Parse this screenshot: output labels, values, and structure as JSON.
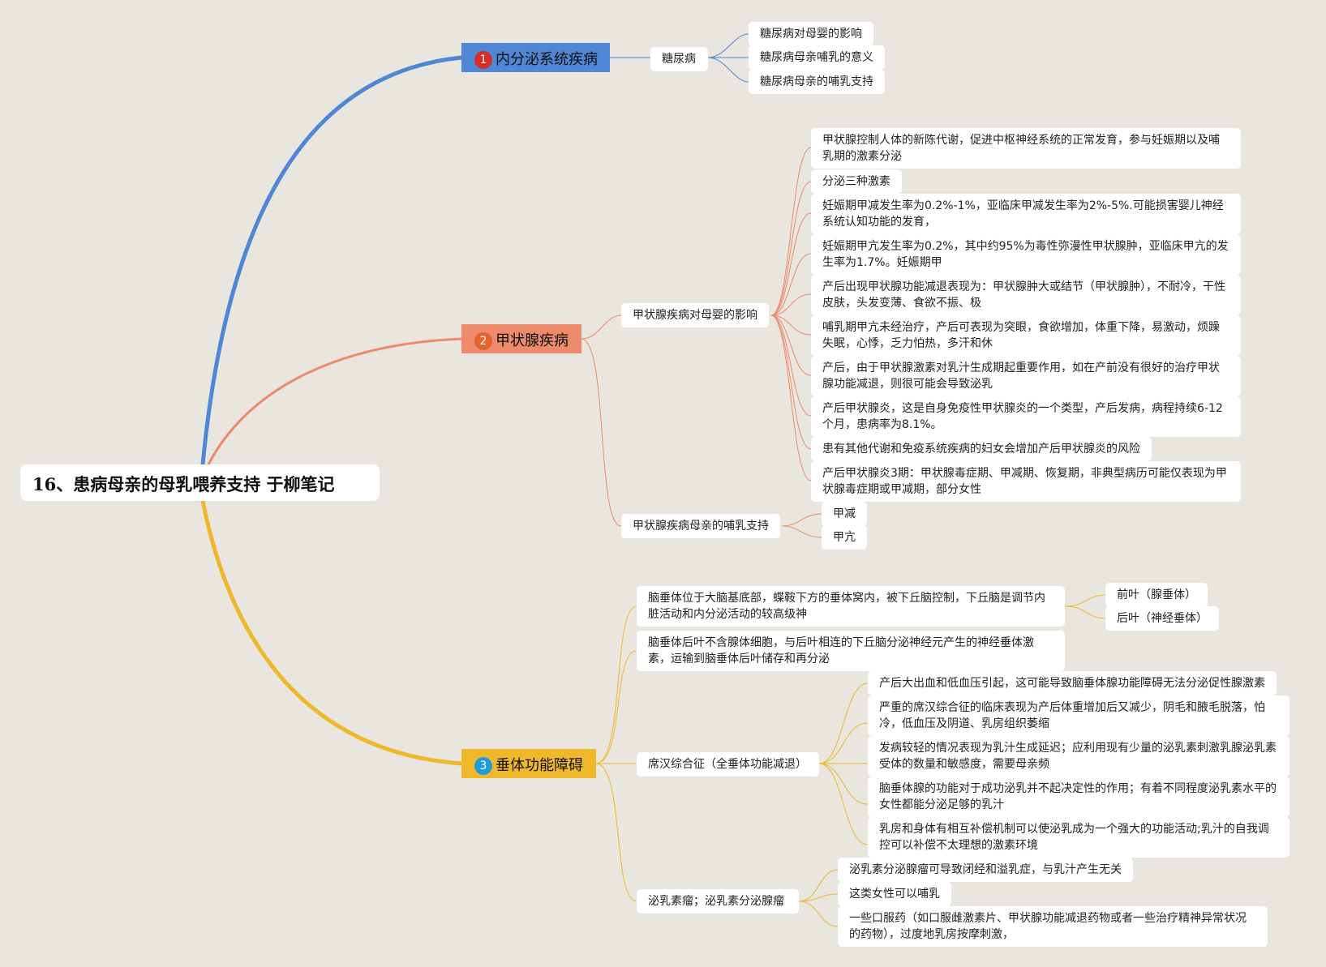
{
  "root": {
    "title": "16、患病母亲的母乳喂养支持 于柳笔记"
  },
  "colors": {
    "background": "#e9e6df",
    "blue": "#4f86d6",
    "orange": "#ec8a6b",
    "yellow": "#efb82c",
    "badge_red": "#d92c22",
    "badge_orange": "#e6642b",
    "badge_blue": "#2199d6"
  },
  "branches": [
    {
      "badge": "1",
      "label": "内分泌系统疾病",
      "children": [
        {
          "label": "糖尿病",
          "children": [
            "糖尿病对母婴的影响",
            "糖尿病母亲哺乳的意义",
            "糖尿病母亲的哺乳支持"
          ]
        }
      ]
    },
    {
      "badge": "2",
      "label": "甲状腺疾病",
      "children": [
        {
          "label": "甲状腺疾病对母婴的影响",
          "children": [
            "甲状腺控制人体的新陈代谢，促进中枢神经系统的正常发育，参与妊娠期以及哺乳期的激素分泌",
            "分泌三种激素",
            "妊娠期甲减发生率为0.2%-1%，亚临床甲减发生率为2%-5%.可能损害婴儿神经系统认知功能的发育，",
            "妊娠期甲亢发生率为0.2%，其中约95%为毒性弥漫性甲状腺肿，亚临床甲亢的发生率为1.7%。妊娠期甲",
            "产后出现甲状腺功能减退表现为：甲状腺肿大或结节（甲状腺肿），不耐冷，干性皮肤，头发变薄、食欲不振、极",
            "哺乳期甲亢未经治疗，产后可表现为突眼，食欲增加，体重下降，易激动，烦躁失眠，心悸，乏力怕热，多汗和休",
            "产后，由于甲状腺激素对乳汁生成期起重要作用，如在产前没有很好的治疗甲状腺功能减退，则很可能会导致泌乳",
            "产后甲状腺炎，这是自身免疫性甲状腺炎的一个类型，产后发病，病程持续6-12个月，患病率为8.1%。",
            "患有其他代谢和免疫系统疾病的妇女会增加产后甲状腺炎的风险",
            "产后甲状腺炎3期：甲状腺毒症期、甲减期、恢复期，非典型病历可能仅表现为甲状腺毒症期或甲减期，部分女性"
          ]
        },
        {
          "label": "甲状腺疾病母亲的哺乳支持",
          "children": [
            "甲减",
            "甲亢"
          ]
        }
      ]
    },
    {
      "badge": "3",
      "label": "垂体功能障碍",
      "children": [
        {
          "label": "脑垂体位于大脑基底部，蝶鞍下方的垂体窝内，被下丘脑控制，下丘脑是调节内脏活动和内分泌活动的较高级神",
          "children": [
            "前叶（腺垂体）",
            "后叶（神经垂体）"
          ]
        },
        {
          "label": "脑垂体后叶不含腺体细胞，与后叶相连的下丘脑分泌神经元产生的神经垂体激素，运输到脑垂体后叶储存和再分泌",
          "children": []
        },
        {
          "label": "席汉综合征（全垂体功能减退）",
          "children": [
            "产后大出血和低血压引起，这可能导致脑垂体腺功能障碍无法分泌促性腺激素",
            "严重的席汉综合征的临床表现为产后体重增加后又减少，阴毛和腋毛脱落，怕冷，低血压及阴道、乳房组织萎缩",
            "发病较轻的情况表现为乳汁生成延迟；应利用现有少量的泌乳素刺激乳腺泌乳素受体的数量和敏感度，需要母亲频",
            "脑垂体腺的功能对于成功泌乳并不起决定性的作用；有着不同程度泌乳素水平的女性都能分泌足够的乳汁",
            "乳房和身体有相互补偿机制可以使泌乳成为一个强大的功能活动;乳汁的自我调控可以补偿不太理想的激素环境"
          ]
        },
        {
          "label": "泌乳素瘤；泌乳素分泌腺瘤",
          "children": [
            "泌乳素分泌腺瘤可导致闭经和溢乳症，与乳汁产生无关",
            "这类女性可以哺乳",
            "一些口服药（如口服雌激素片、甲状腺功能减退药物或者一些治疗精神异常状况的药物），过度地乳房按摩刺激，"
          ]
        }
      ]
    }
  ]
}
